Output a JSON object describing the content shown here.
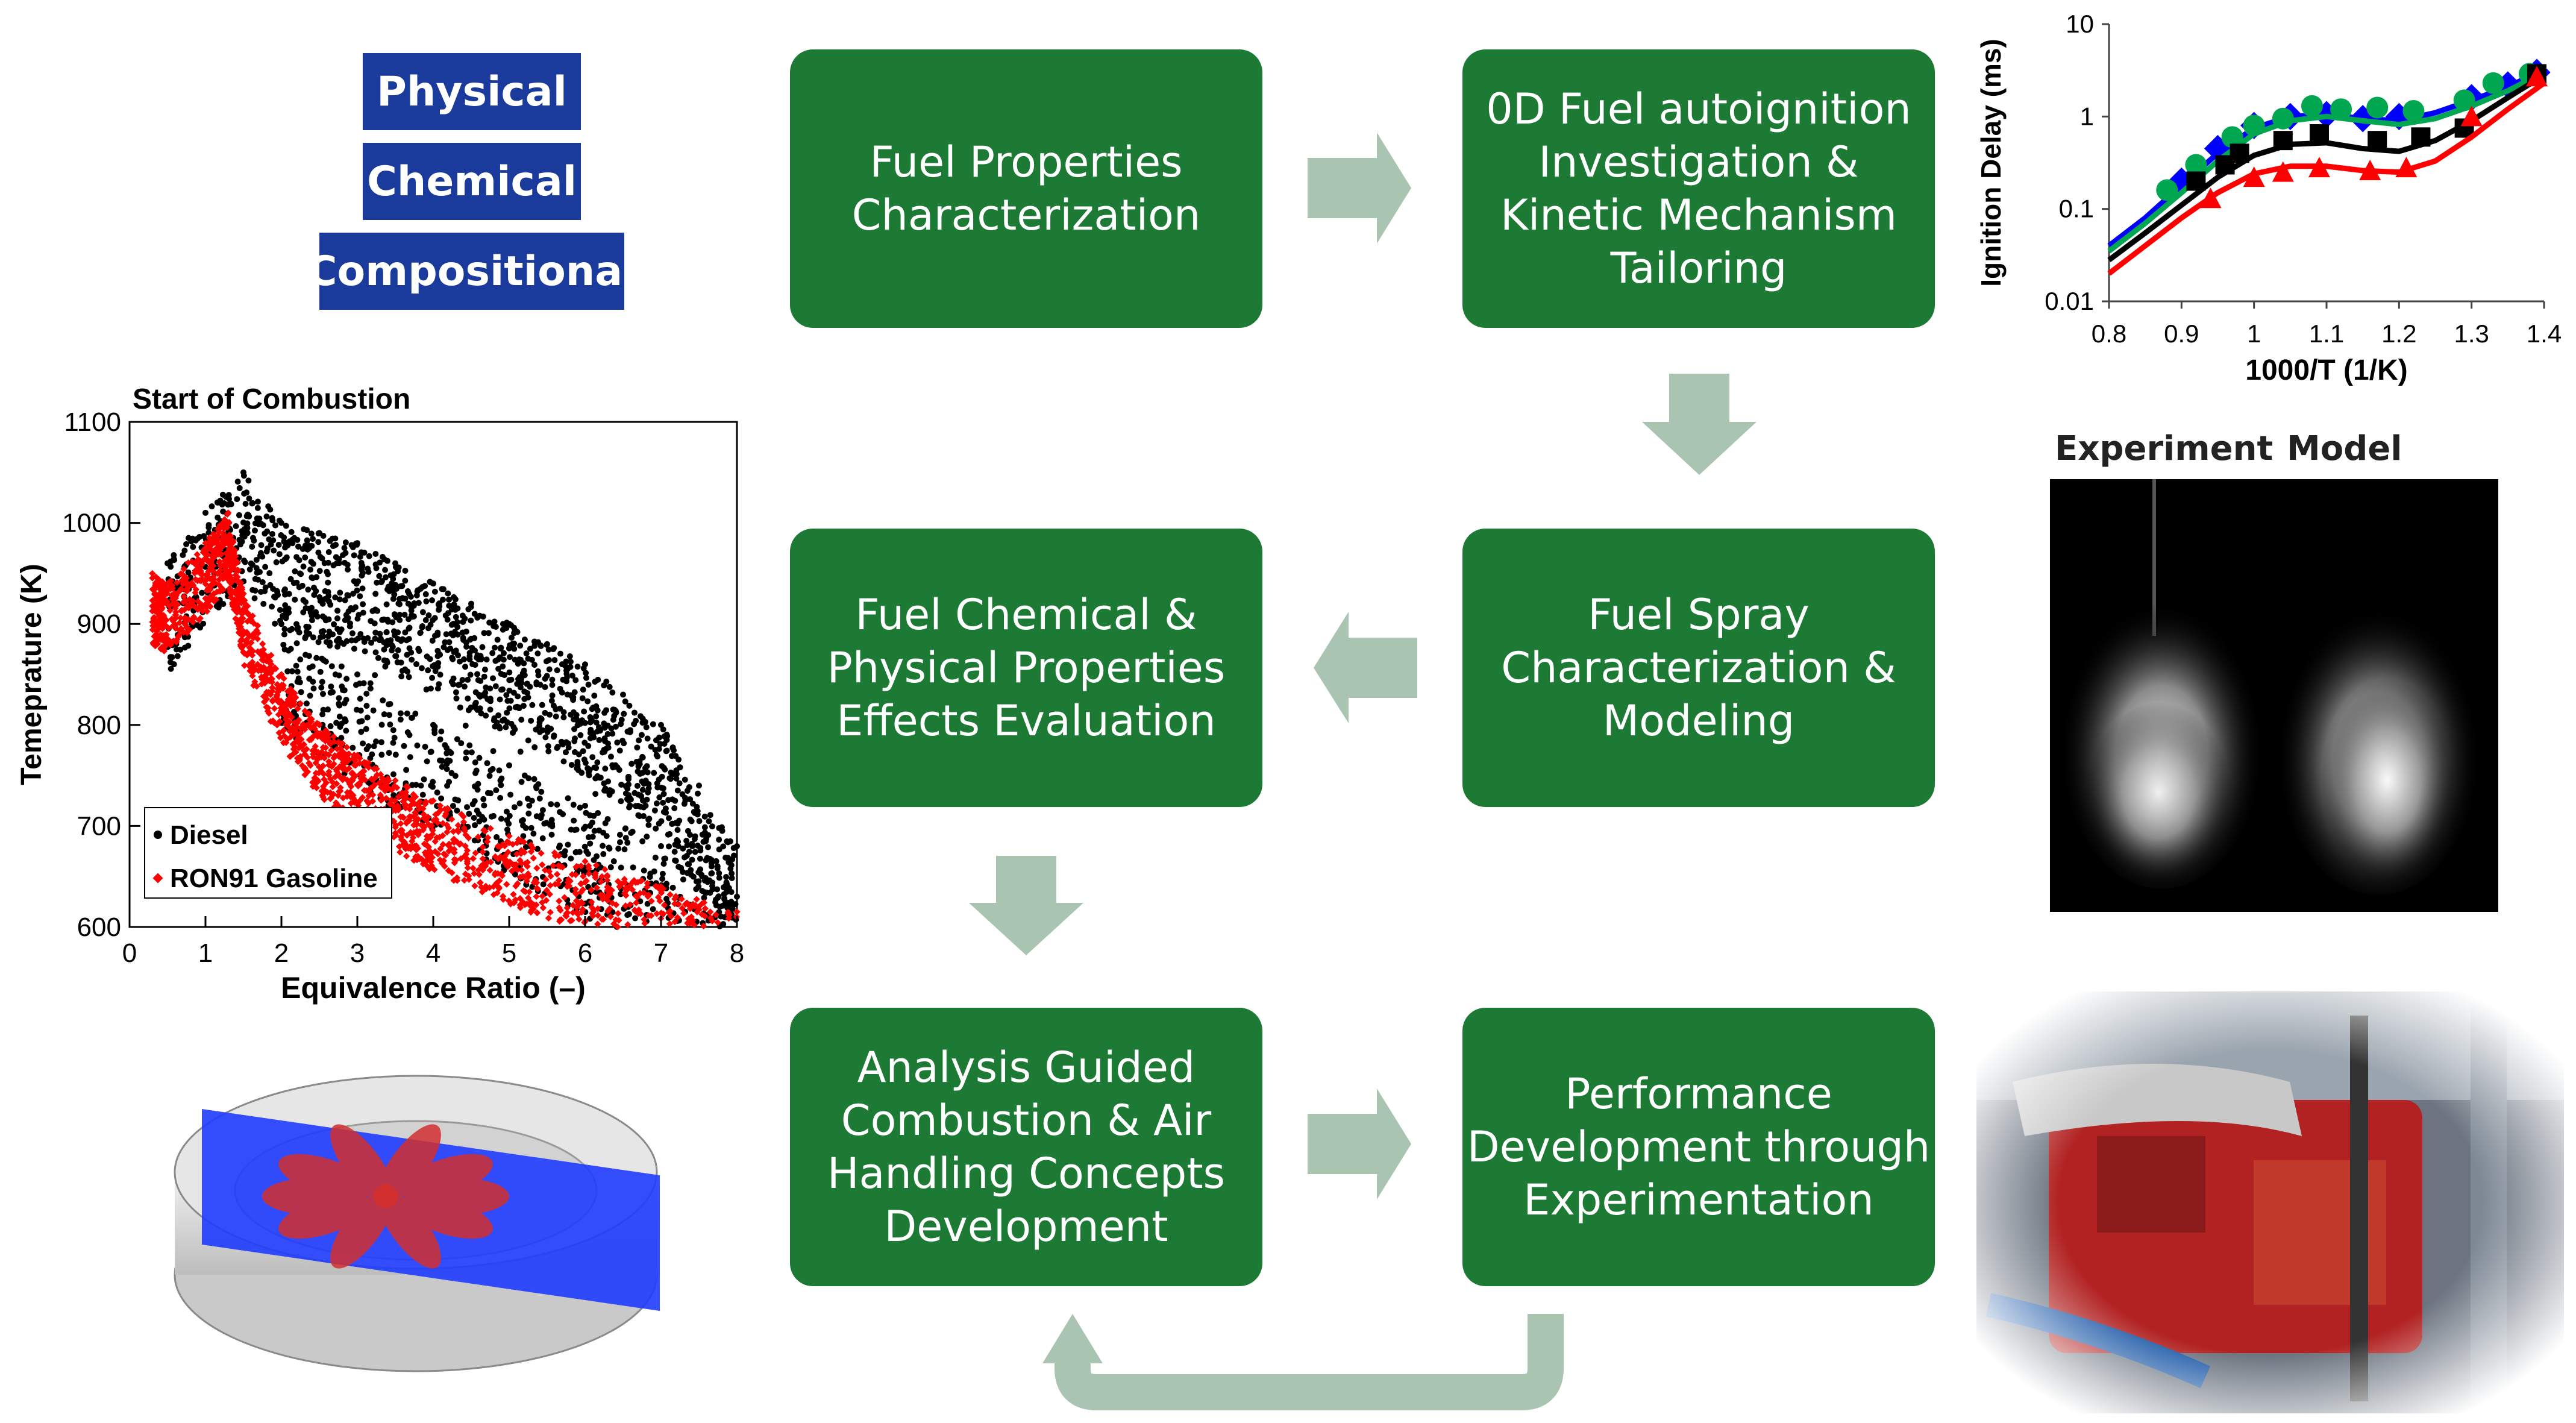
{
  "property_tags": [
    "Physical",
    "Chemical",
    "Compositional"
  ],
  "flow_boxes": {
    "fuel_properties": "Fuel Properties\nCharacterization",
    "autoignition": "0D Fuel autoignition\nInvestigation &\nKinetic Mechanism\nTailoring",
    "spray": "Fuel Spray\nCharacterization &\nModeling",
    "effects": "Fuel Chemical &\nPhysical Properties\nEffects Evaluation",
    "analysis": "Analysis Guided\nCombustion & Air\nHandling Concepts\nDevelopment",
    "performance": "Performance\nDevelopment through\nExperimentation"
  },
  "spray_image": {
    "experiment_label": "Experiment",
    "model_label": "Model"
  },
  "colors": {
    "flow_box": "#1c7a35",
    "arrow": "#a9c4b1",
    "tag": "#1a3a9c",
    "diesel": "#000000",
    "gasoline": "#ff0000"
  },
  "chart_data": [
    {
      "type": "scatter",
      "title": "Start of Combustion",
      "xlabel": "Equivalence Ratio (–)",
      "ylabel": "Temeprature (K)",
      "xlim": [
        0,
        8
      ],
      "ylim": [
        600,
        1100
      ],
      "xticks": [
        0,
        1,
        2,
        3,
        4,
        5,
        6,
        7,
        8
      ],
      "yticks": [
        600,
        700,
        800,
        900,
        1000,
        1100
      ],
      "legend_position": "bottom-left",
      "series": [
        {
          "name": "Diesel",
          "color": "#000000",
          "marker": "circle",
          "points": [
            [
              0.5,
              960
            ],
            [
              1,
              1010
            ],
            [
              1.5,
              1050
            ],
            [
              2,
              1000
            ],
            [
              2.5,
              990
            ],
            [
              3,
              980
            ],
            [
              3.5,
              960
            ],
            [
              4,
              940
            ],
            [
              4.5,
              920
            ],
            [
              5,
              900
            ],
            [
              5.5,
              880
            ],
            [
              6,
              860
            ],
            [
              6.5,
              830
            ],
            [
              7,
              800
            ],
            [
              7.5,
              740
            ],
            [
              8,
              680
            ],
            [
              2,
              900
            ],
            [
              3,
              850
            ],
            [
              4,
              800
            ],
            [
              5,
              760
            ],
            [
              6,
              720
            ],
            [
              7,
              680
            ],
            [
              8,
              630
            ]
          ]
        },
        {
          "name": "RON91 Gasoline",
          "color": "#ff0000",
          "marker": "diamond",
          "points": [
            [
              0.3,
              950
            ],
            [
              0.5,
              940
            ],
            [
              1,
              980
            ],
            [
              1.3,
              1010
            ],
            [
              1.5,
              930
            ],
            [
              2,
              850
            ],
            [
              2.5,
              800
            ],
            [
              3,
              770
            ],
            [
              3.5,
              745
            ],
            [
              4,
              725
            ],
            [
              5,
              690
            ],
            [
              6,
              665
            ],
            [
              7,
              640
            ],
            [
              8,
              615
            ]
          ]
        }
      ]
    },
    {
      "type": "line",
      "title": "",
      "xlabel": "1000/T (1/K)",
      "ylabel": "Ignition Delay  (ms)",
      "xlim": [
        0.8,
        1.4
      ],
      "ylim": [
        0.01,
        10
      ],
      "yscale": "log",
      "xticks": [
        "0.8",
        "0.9",
        "1",
        "1.1",
        "1.2",
        "1.3",
        "1.4"
      ],
      "yticks": [
        "0.01",
        "0.1",
        "1",
        "10"
      ],
      "legend": "none",
      "series": [
        {
          "color": "#0000ff",
          "line_x": [
            0.8,
            0.85,
            0.9,
            0.95,
            1.0,
            1.05,
            1.1,
            1.15,
            1.2,
            1.25,
            1.3,
            1.35,
            1.4
          ],
          "line_y": [
            0.04,
            0.08,
            0.18,
            0.4,
            0.75,
            1.0,
            1.05,
            0.95,
            0.9,
            1.1,
            1.5,
            2.1,
            3.2
          ],
          "marker": "diamond",
          "marker_x": [
            0.9,
            0.95,
            1.0,
            1.05,
            1.1,
            1.15,
            1.2,
            1.3,
            1.35,
            1.39
          ],
          "marker_y": [
            0.2,
            0.45,
            0.8,
            1.0,
            1.05,
            0.95,
            1.0,
            1.6,
            2.2,
            3.0
          ]
        },
        {
          "color": "#00a650",
          "line_x": [
            0.8,
            0.85,
            0.9,
            0.95,
            1.0,
            1.05,
            1.1,
            1.15,
            1.2,
            1.25,
            1.3,
            1.35,
            1.4
          ],
          "line_y": [
            0.035,
            0.07,
            0.15,
            0.33,
            0.65,
            0.9,
            1.0,
            0.9,
            0.82,
            0.95,
            1.3,
            1.9,
            3.0
          ],
          "marker": "circle",
          "marker_x": [
            0.88,
            0.92,
            0.97,
            1.0,
            1.04,
            1.08,
            1.12,
            1.17,
            1.22,
            1.29,
            1.33,
            1.38
          ],
          "marker_y": [
            0.16,
            0.3,
            0.6,
            0.8,
            0.95,
            1.3,
            1.2,
            1.25,
            1.15,
            1.5,
            2.3,
            2.9
          ]
        },
        {
          "color": "#000000",
          "line_x": [
            0.8,
            0.85,
            0.9,
            0.95,
            1.0,
            1.05,
            1.1,
            1.15,
            1.2,
            1.25,
            1.3,
            1.35,
            1.4
          ],
          "line_y": [
            0.028,
            0.055,
            0.11,
            0.22,
            0.38,
            0.5,
            0.52,
            0.45,
            0.42,
            0.55,
            0.9,
            1.6,
            2.8
          ],
          "marker": "square",
          "marker_x": [
            0.92,
            0.96,
            0.98,
            1.04,
            1.09,
            1.17,
            1.23,
            1.29,
            1.39
          ],
          "marker_y": [
            0.2,
            0.3,
            0.4,
            0.55,
            0.65,
            0.55,
            0.6,
            0.75,
            2.9
          ]
        },
        {
          "color": "#ff0000",
          "line_x": [
            0.8,
            0.85,
            0.9,
            0.95,
            1.0,
            1.05,
            1.1,
            1.15,
            1.2,
            1.25,
            1.3,
            1.35,
            1.4
          ],
          "line_y": [
            0.02,
            0.04,
            0.08,
            0.15,
            0.24,
            0.29,
            0.29,
            0.26,
            0.25,
            0.33,
            0.6,
            1.2,
            2.3
          ],
          "marker": "triangle",
          "marker_x": [
            0.94,
            1.0,
            1.04,
            1.09,
            1.16,
            1.21,
            1.3,
            1.39
          ],
          "marker_y": [
            0.13,
            0.22,
            0.25,
            0.28,
            0.26,
            0.28,
            1.0,
            2.7
          ]
        }
      ]
    }
  ]
}
